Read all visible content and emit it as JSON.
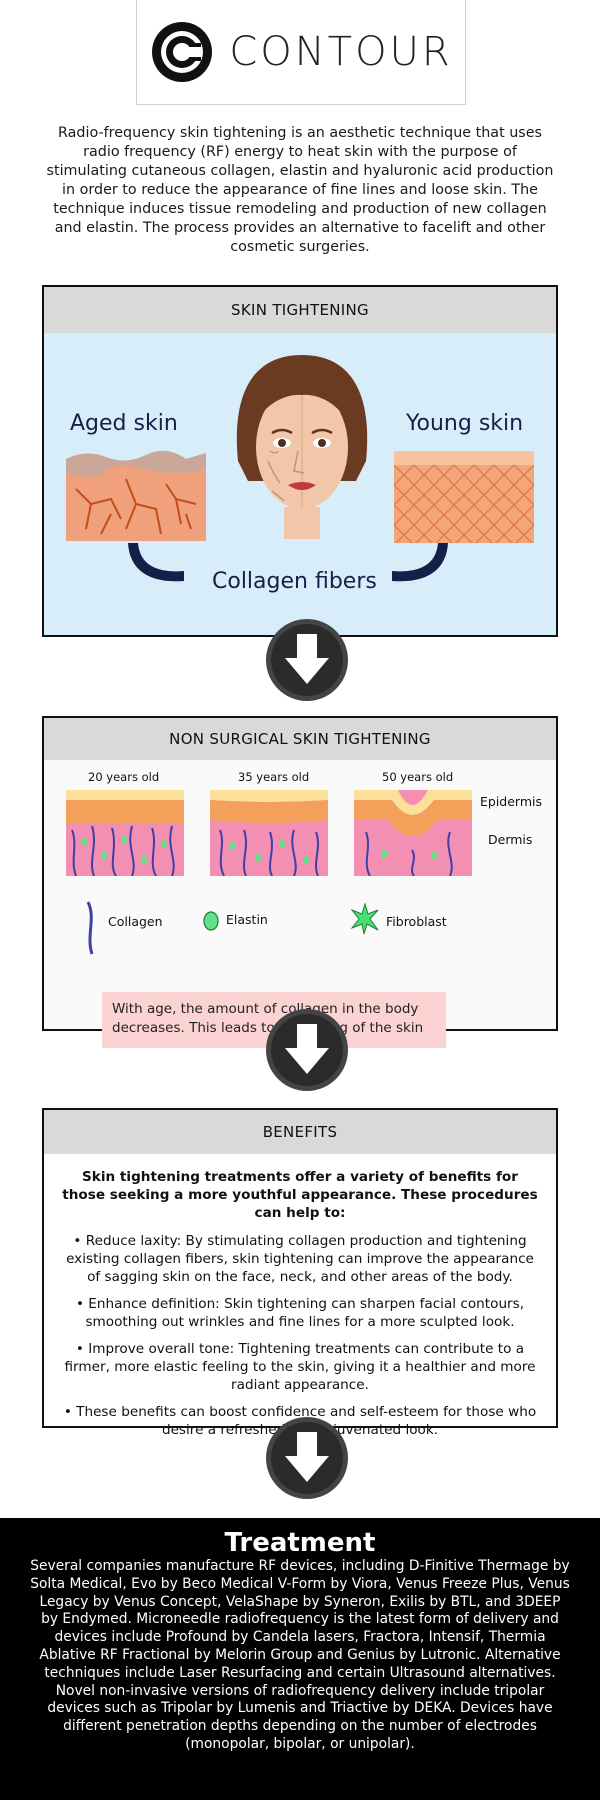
{
  "brand": {
    "name": "CONTOUR"
  },
  "intro": "Radio-frequency skin tightening is an aesthetic technique that uses radio frequency (RF) energy to heat skin with the purpose of stimulating cutaneous collagen, elastin and hyaluronic acid production in order to reduce the appearance of fine lines and loose skin. The technique induces tissue remodeling and production of new collagen and elastin. The process provides an alternative to facelift and other cosmetic surgeries.",
  "skin_tightening": {
    "title": "SKIN TIGHTENING",
    "aged_label": "Aged skin",
    "young_label": "Young skin",
    "collagen_label": "Collagen fibers"
  },
  "non_surgical": {
    "title": "NON SURGICAL SKIN TIGHTENING",
    "ages": [
      "20 years old",
      "35 years old",
      "50 years old"
    ],
    "layers": {
      "epidermis": "Epidermis",
      "dermis": "Dermis"
    },
    "legend": {
      "collagen": "Collagen",
      "elastin": "Elastin",
      "fibroblast": "Fibroblast"
    },
    "note": "With age, the amount of collagen in the body decreases. This leads to the fading of the skin"
  },
  "benefits": {
    "title": "BENEFITS",
    "intro": "Skin tightening treatments offer a variety of benefits for those seeking a more youthful appearance. These procedures can help to:",
    "items": [
      "• Reduce laxity: By stimulating collagen production and tightening existing collagen fibers, skin tightening can improve the appearance of sagging skin on the face, neck, and other areas of the body.",
      "• Enhance definition: Skin tightening can sharpen facial contours, smoothing out wrinkles and fine lines for a more sculpted look.",
      "• Improve overall tone: Tightening treatments can contribute to a firmer, more elastic feeling to the skin, giving it a healthier and more radiant appearance.",
      "• These benefits can boost confidence and self-esteem for those who desire a refreshed and rejuvenated look."
    ]
  },
  "treatment": {
    "title": "Treatment",
    "text": "Several companies manufacture RF devices, including D-Finitive Thermage by Solta Medical, Evo by Beco Medical V-Form by Viora, Venus Freeze Plus, Venus Legacy by Venus Concept, VelaShape by Syneron, Exilis by BTL, and 3DEEP by Endymed. Microneedle radiofrequency is the latest form of delivery and devices include Profound by Candela lasers, Fractora, Intensif, Thermia Ablative RF Fractional by Melorin Group and Genius by Lutronic. Alternative techniques include Laser Resurfacing and certain Ultrasound alternatives. Novel non-invasive versions of radiofrequency delivery include tripolar devices such as Tripolar by Lumenis and Triactive by DEKA. Devices have different penetration depths depending on the number of electrodes (monopolar, bipolar, or unipolar)."
  },
  "colors": {
    "accent_dark": "#152049",
    "panel_header": "#d9d9d9",
    "panel1_bg": "#d7eefa",
    "note_bg": "#fcd3d3",
    "skin": "#f4a57a"
  }
}
